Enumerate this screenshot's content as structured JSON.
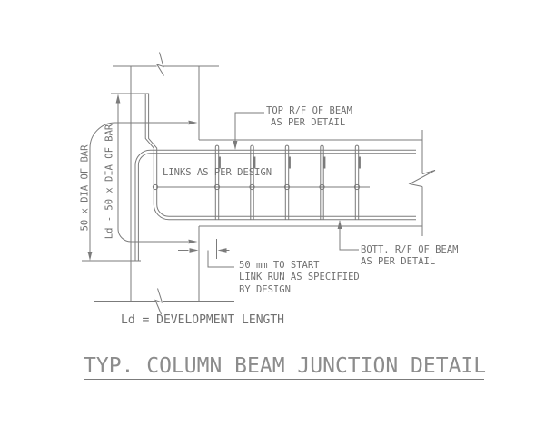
{
  "title": {
    "text": "TYP. COLUMN BEAM JUNCTION DETAIL"
  },
  "legend": {
    "text": "Ld = DEVELOPMENT LENGTH"
  },
  "callouts": {
    "top_rf": {
      "line1": "TOP R/F OF BEAM",
      "line2": "AS PER DETAIL"
    },
    "links": {
      "text": "LINKS AS PER DESIGN"
    },
    "bott_rf": {
      "line1": "BOTT. R/F OF BEAM",
      "line2": "AS PER DETAIL"
    },
    "link_start": {
      "line1": "50 mm TO START",
      "line2": "LINK RUN AS SPECIFIED",
      "line3": "BY DESIGN"
    }
  },
  "dimensions": {
    "left_vertical": "50 x DIA OF BAR",
    "right_vertical": "Ld - 50 x DIA OF BAR"
  },
  "colors": {
    "line": "#7b7b7b",
    "text": "#707070",
    "title": "#8c8c8c",
    "background": "#ffffff"
  }
}
